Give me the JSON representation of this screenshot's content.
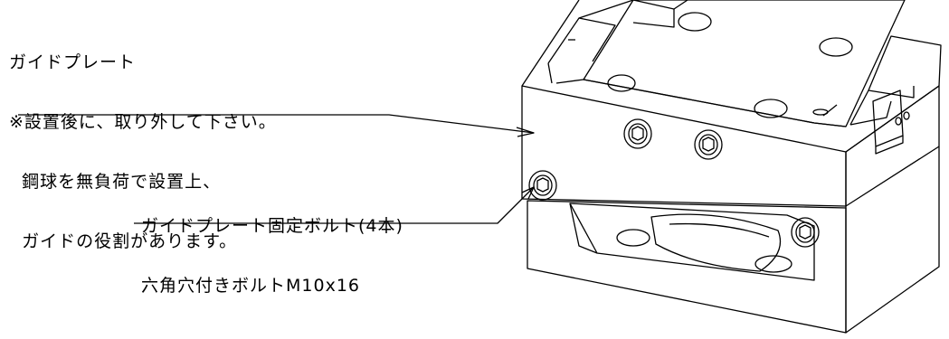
{
  "callout_top": {
    "lines": [
      "ガイドプレート",
      "※設置後に、取り外して下さい。",
      "  鋼球を無負荷で設置上、",
      "  ガイドの役割があります。"
    ]
  },
  "callout_bottom": {
    "lines": [
      "ガイドプレート固定ボルト(4本)",
      "六角穴付きボルトM10x16"
    ]
  },
  "colors": {
    "line": "#000000",
    "background": "#ffffff"
  }
}
